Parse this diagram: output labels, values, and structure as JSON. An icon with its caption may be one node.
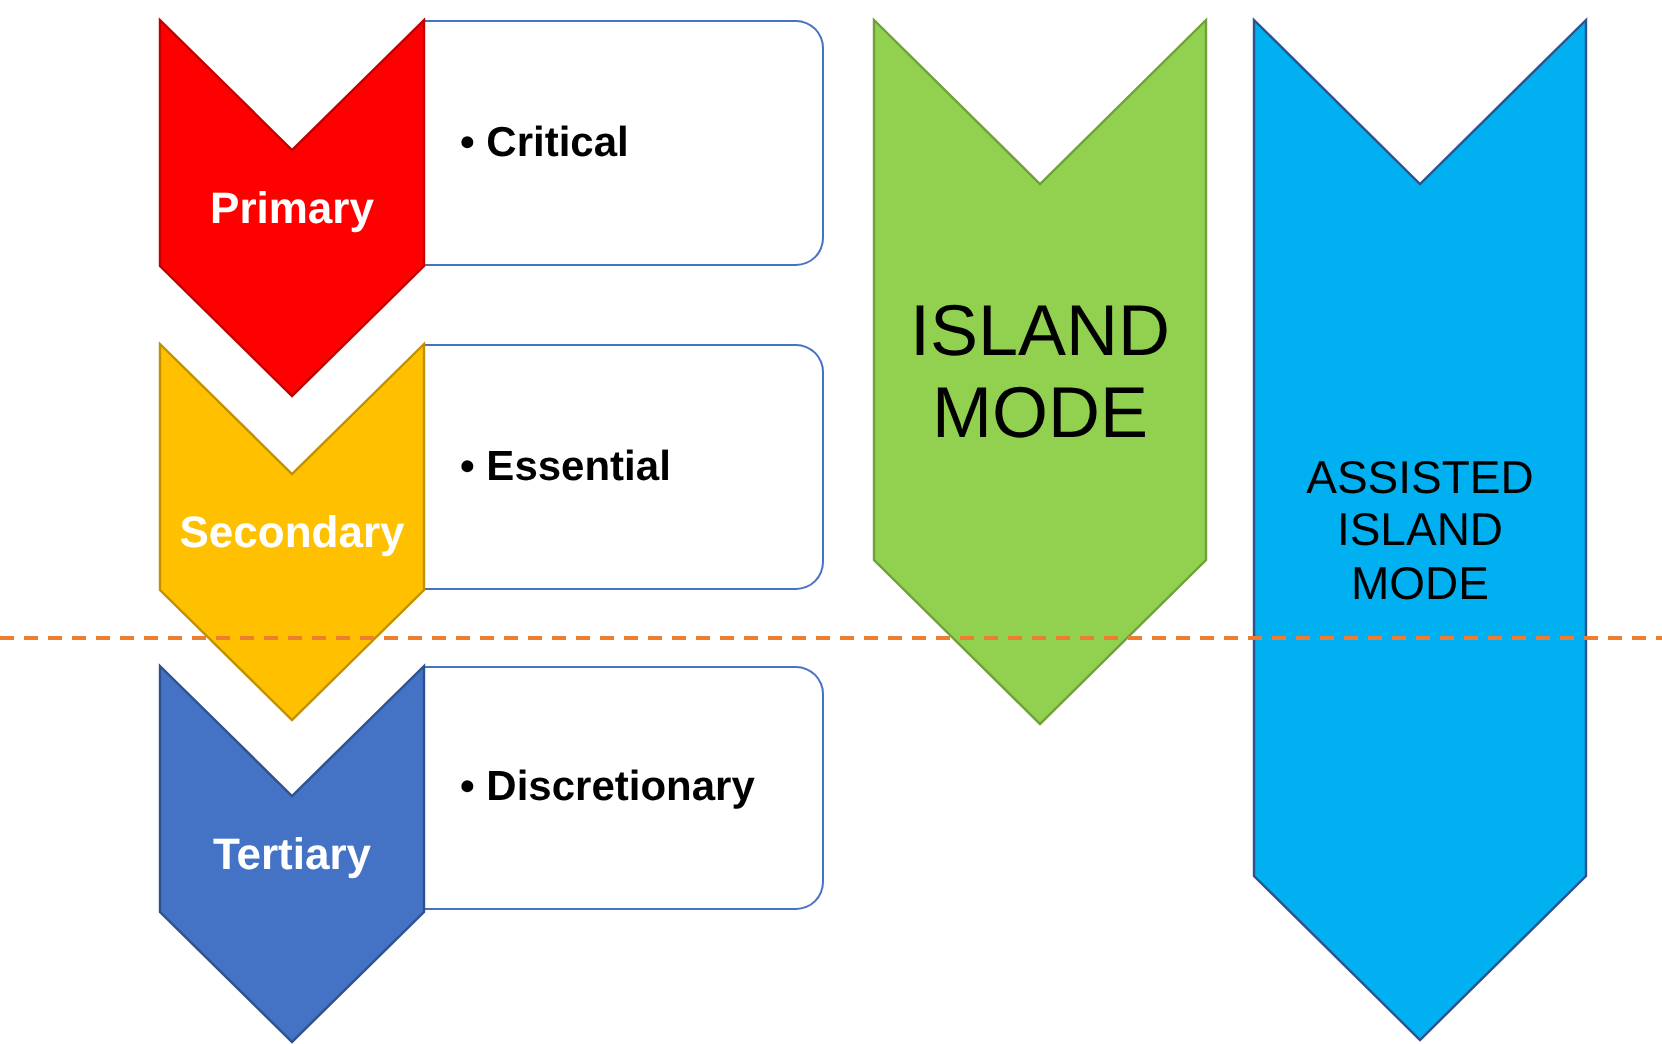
{
  "diagram": {
    "nodes": [
      {
        "text": [
          "Primary"
        ]
      },
      {
        "text": [
          "• Critical"
        ]
      },
      {
        "text": [
          "Secondary"
        ]
      },
      {
        "text": [
          "• Essential"
        ]
      },
      {
        "text": [
          "Tertiary"
        ]
      },
      {
        "text": [
          "• Discretionary"
        ]
      },
      {
        "text": [
          "ISLAND MODE"
        ]
      },
      {
        "text": [
          "ASSISTED ISLAND MODE"
        ]
      }
    ]
  }
}
